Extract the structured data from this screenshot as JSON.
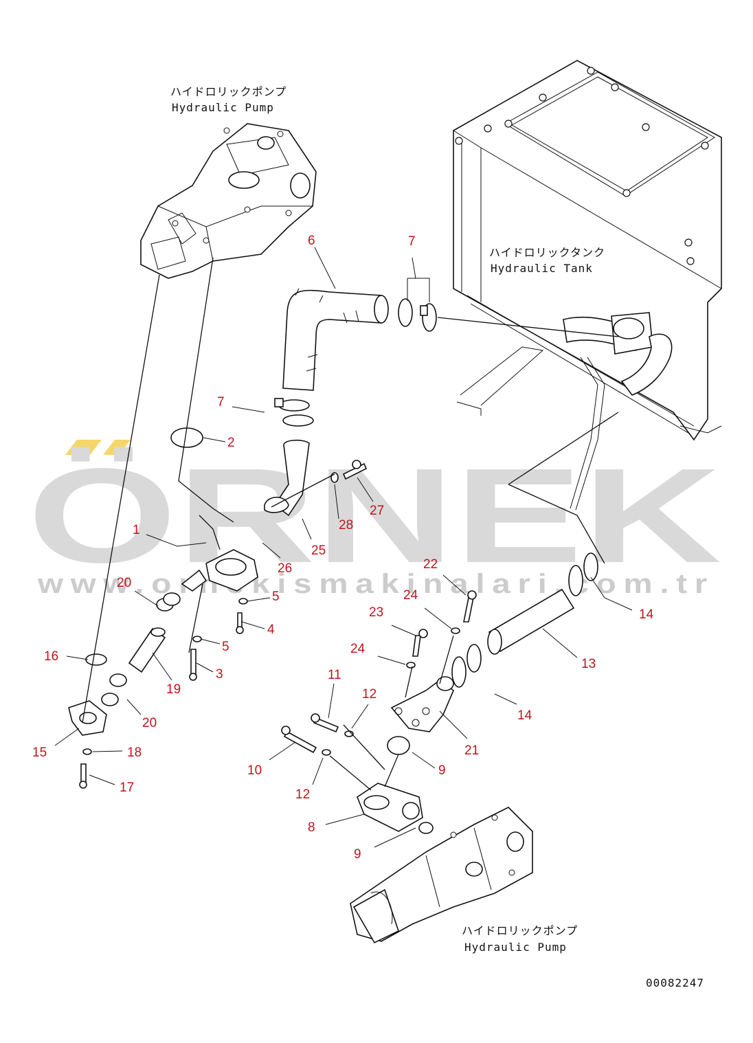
{
  "labels": {
    "pump_top_ja": "ハイドロリックポンプ",
    "pump_top_en": "Hydraulic Pump",
    "tank_ja": "ハイドロリックタンク",
    "tank_en": "Hydraulic Tank",
    "pump_bottom_ja": "ハイドロリックポンプ",
    "pump_bottom_en": "Hydraulic Pump"
  },
  "drawing_number": "00082247",
  "watermark": {
    "word": "ÖRNEK",
    "url": "www.ornekismakinalari.com.tr"
  },
  "colors": {
    "callout": "#c0141c",
    "watermark_gray": "#d9d9d9",
    "watermark_accent": "#f5d66b",
    "line": "#111111"
  },
  "callouts": [
    {
      "id": "c1",
      "text": "1"
    },
    {
      "id": "c2",
      "text": "2"
    },
    {
      "id": "c3",
      "text": "3"
    },
    {
      "id": "c4",
      "text": "4"
    },
    {
      "id": "c5a",
      "text": "5"
    },
    {
      "id": "c5b",
      "text": "5"
    },
    {
      "id": "c6",
      "text": "6"
    },
    {
      "id": "c7a",
      "text": "7"
    },
    {
      "id": "c7b",
      "text": "7"
    },
    {
      "id": "c8",
      "text": "8"
    },
    {
      "id": "c9a",
      "text": "9"
    },
    {
      "id": "c9b",
      "text": "9"
    },
    {
      "id": "c10",
      "text": "10"
    },
    {
      "id": "c11",
      "text": "11"
    },
    {
      "id": "c12a",
      "text": "12"
    },
    {
      "id": "c12b",
      "text": "12"
    },
    {
      "id": "c13",
      "text": "13"
    },
    {
      "id": "c14a",
      "text": "14"
    },
    {
      "id": "c14b",
      "text": "14"
    },
    {
      "id": "c15",
      "text": "15"
    },
    {
      "id": "c16",
      "text": "16"
    },
    {
      "id": "c17",
      "text": "17"
    },
    {
      "id": "c18",
      "text": "18"
    },
    {
      "id": "c19",
      "text": "19"
    },
    {
      "id": "c20a",
      "text": "20"
    },
    {
      "id": "c20b",
      "text": "20"
    },
    {
      "id": "c21",
      "text": "21"
    },
    {
      "id": "c22",
      "text": "22"
    },
    {
      "id": "c23",
      "text": "23"
    },
    {
      "id": "c24a",
      "text": "24"
    },
    {
      "id": "c24b",
      "text": "24"
    },
    {
      "id": "c25",
      "text": "25"
    },
    {
      "id": "c26",
      "text": "26"
    },
    {
      "id": "c27",
      "text": "27"
    },
    {
      "id": "c28",
      "text": "28"
    }
  ]
}
